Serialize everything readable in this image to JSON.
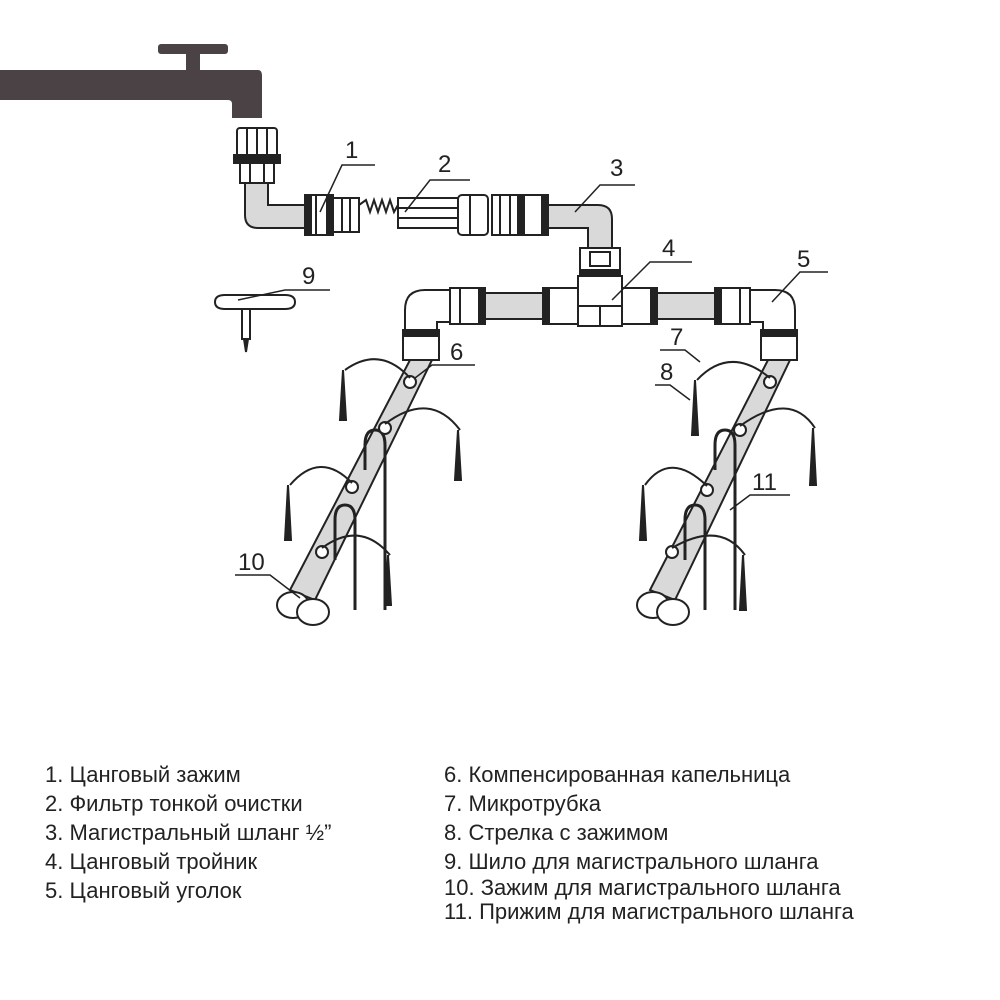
{
  "callouts": [
    "1",
    "2",
    "3",
    "4",
    "5",
    "6",
    "7",
    "8",
    "9",
    "10",
    "11"
  ],
  "legend_left": [
    "1. Цанговый зажим",
    "2. Фильтр тонкой очистки",
    "3. Магистральный шланг ½”",
    "4. Цанговый тройник",
    "5. Цанговый уголок"
  ],
  "legend_right": [
    "6. Компенсированная капельница",
    "7. Микротрубка",
    "8. Стрелка с зажимом",
    "9. Шило для магистрального шланга",
    "10.  Зажим для магистрального шланга",
    "11. Прижим для магистрального шланга"
  ],
  "colors": {
    "line": "#222222",
    "faucet": "#4a4244",
    "hose": "#d9d9d9"
  }
}
